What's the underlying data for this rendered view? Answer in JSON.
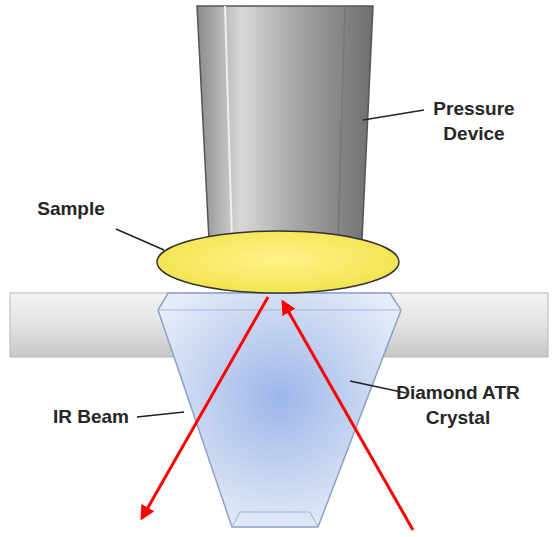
{
  "diagram": {
    "labels": [
      "Pressure Device",
      "Sample",
      "IR Beam",
      "Diamond ATR Crystal"
    ]
  }
}
